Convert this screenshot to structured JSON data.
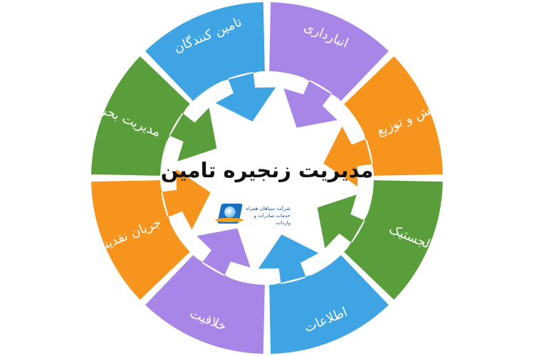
{
  "title": "مدیریت زنجیره تامین",
  "logo": {
    "line1": "شرکت سپاهان همراه",
    "line2": "خدمات صادرات و واردات"
  },
  "colors": {
    "purple": "#a886e8",
    "orange": "#f7941d",
    "green": "#5a9e3c",
    "blue": "#3ea4e4"
  },
  "segments": [
    {
      "label": "انبارداری",
      "color": "#a886e8"
    },
    {
      "label": "پخش و توزیع",
      "color": "#f7941d"
    },
    {
      "label": "لجستیک",
      "color": "#5a9e3c"
    },
    {
      "label": "اطلاعات",
      "color": "#3ea4e4"
    },
    {
      "label": "خلاقیت",
      "color": "#a886e8"
    },
    {
      "label": "جریان نقدینگی",
      "color": "#f7941d"
    },
    {
      "label": "مدیریت بحران",
      "color": "#5a9e3c"
    },
    {
      "label": "تامین کنندگان",
      "color": "#3ea4e4"
    }
  ]
}
